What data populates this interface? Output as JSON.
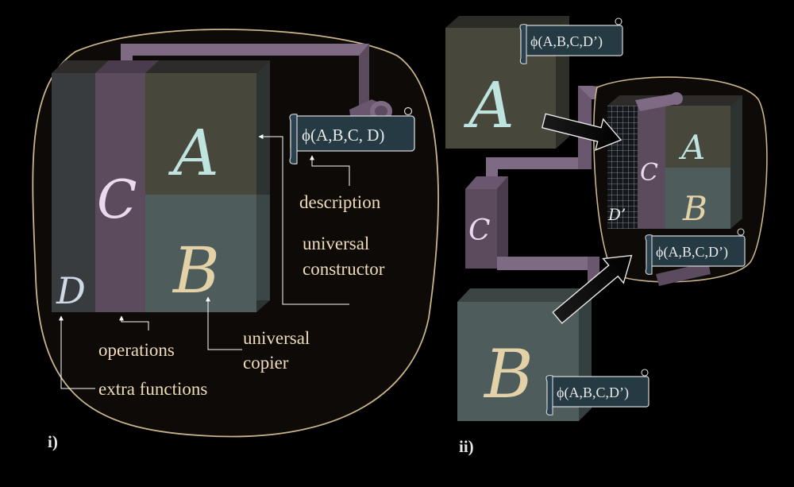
{
  "panel_i": {
    "label": "i)",
    "blocks": {
      "a": "A",
      "b": "B",
      "c": "C",
      "d": "D"
    },
    "scroll": "ϕ(A,B,C, D)",
    "labels": {
      "description": "description",
      "universal_constructor_1": "universal",
      "universal_constructor_2": "constructor",
      "universal_copier_1": "universal",
      "universal_copier_2": "copier",
      "operations": "operations",
      "extra_functions": "extra functions"
    }
  },
  "panel_ii": {
    "label": "ii)",
    "blocks": {
      "a": "A",
      "b": "B",
      "c": "C"
    },
    "scroll_top": "ϕ(A,B,C,D’)",
    "scroll_bottom": "ϕ(A,B,C,D’)",
    "offspring": {
      "a": "A",
      "b": "B",
      "c": "C",
      "d": "D’",
      "scroll": "ϕ(A,B,C,D’)"
    }
  },
  "colors": {
    "background": "#000000",
    "blob_fill": "#0d0a07",
    "blob_outline": "#c9b48c",
    "block_a": "#47473c",
    "block_b": "#4e5d5b",
    "block_c": "#5c4a5d",
    "block_d": "#393c3f",
    "text_a": "#bfe3df",
    "text_b": "#e3d2a8",
    "text_c": "#ebd9ef",
    "label_text": "#f0dcb8",
    "scroll_fill": "#263a44"
  }
}
